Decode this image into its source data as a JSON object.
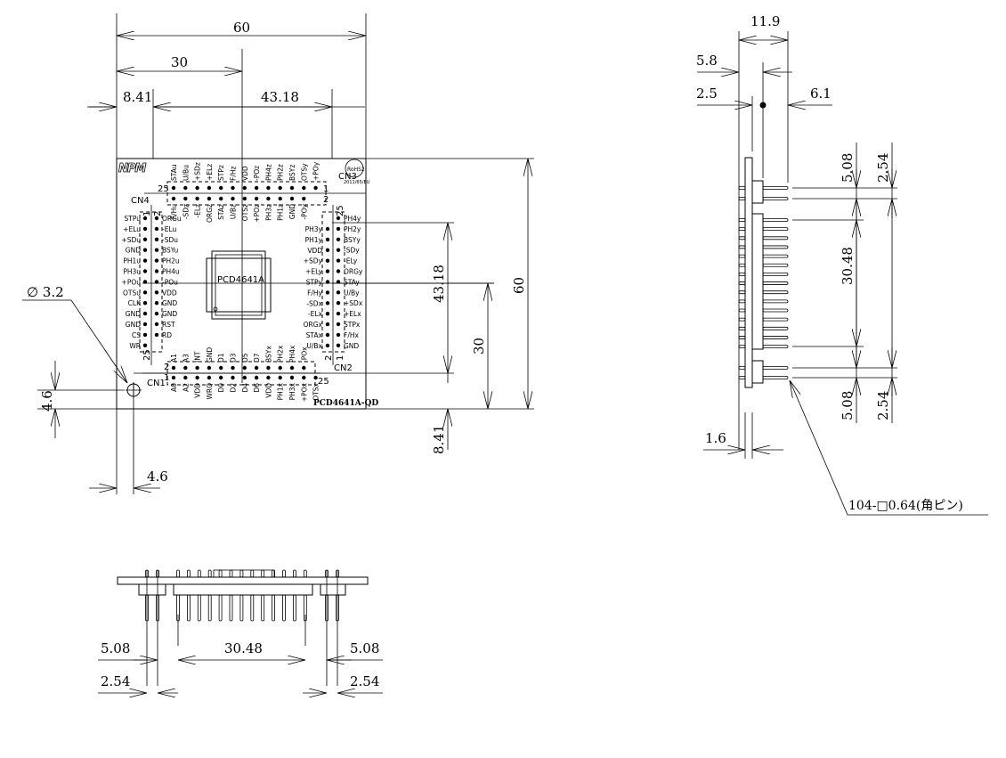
{
  "top_view": {
    "logo": "NPM",
    "rohs": "RoHS2",
    "rohs_directive": "2011/65/EU",
    "chip_label": "PCD4641A",
    "board_label": "PCD4641A-QD",
    "connectors": {
      "cn1": {
        "name": "CN1",
        "row_even": [
          "A1",
          "A3",
          "INT",
          "GND",
          "D1",
          "D3",
          "D5",
          "D7",
          "BSYx",
          "PH2x",
          "PH4x",
          "-POx"
        ],
        "row_odd": [
          "A0",
          "A2",
          "VDD",
          "WRQ",
          "D0",
          "D2",
          "D4",
          "D6",
          "VDD",
          "PH1x",
          "PH3x",
          "+POx",
          "OTSx"
        ],
        "pin_first": "1",
        "pin_second": "2",
        "pin_last": "25"
      },
      "cn2": {
        "name": "CN2",
        "col_even": [
          "PH3y",
          "PH1y",
          "VDD",
          "+SDy",
          "+ELy",
          "STPy",
          "F/Hy",
          "-SDx",
          "-ELx",
          "ORGx",
          "STAx",
          "U/Bx"
        ],
        "col_odd": [
          "PH4y",
          "PH2y",
          "BSYy",
          "-SDy",
          "-ELy",
          "ORGy",
          "STAy",
          "U/By",
          "+SDx",
          "+ELx",
          "STPx",
          "F/Hx",
          "GND"
        ],
        "pin_first": "1",
        "pin_second": "2",
        "pin_last": "25"
      },
      "cn3": {
        "name": "CN3",
        "row_odd": [
          "STAu",
          "U/Bu",
          "+SDz",
          "+ELz",
          "STPz",
          "F/Hz",
          "VDD",
          "-POz",
          "PH4z",
          "PH2z",
          "BSYz",
          "OTSy",
          "+POy"
        ],
        "row_even": [
          "F/Hu",
          "-SDz",
          "-ELz",
          "ORGz",
          "STAz",
          "U/Bz",
          "OTSz",
          "+POz",
          "PH3z",
          "PH1z",
          "GND",
          "-POy"
        ],
        "pin_first": "1",
        "pin_second": "2",
        "pin_last": "25"
      },
      "cn4": {
        "name": "CN4",
        "col_odd": [
          "STPu",
          "+ELu",
          "+SDu",
          "GND",
          "PH1u",
          "PH3u",
          "+POu",
          "OTSu",
          "CLK",
          "GND",
          "GND",
          "CS",
          "WR"
        ],
        "col_even": [
          "ORGu",
          "-ELu",
          "-SDu",
          "BSYu",
          "PH2u",
          "PH4u",
          "-POu",
          "VDD",
          "GND",
          "GND",
          "RST",
          "RD"
        ],
        "pin_first": "1",
        "pin_second": "2",
        "pin_last": "25"
      }
    },
    "dims": {
      "width": "60",
      "half_width": "30",
      "left_offset": "8.41",
      "pitch_span": "43.18",
      "height": "60",
      "half_height": "30",
      "v_pitch_span": "43.18",
      "bottom_offset": "8.41",
      "hole_dia": "∅ 3.2",
      "hole_y": "4.6",
      "hole_x": "4.6"
    }
  },
  "side_view": {
    "dims": {
      "total": "11.9",
      "a": "5.8",
      "b": "2.5",
      "c": "6.1",
      "top_pitch": "5.08",
      "top_pin": "2.54",
      "mid": "30.48",
      "bot_pitch": "5.08",
      "bot_pin": "2.54",
      "thickness": "1.6"
    },
    "callout": "104-□0.64(角ピン)"
  },
  "front_view": {
    "dims": {
      "left_pitch": "5.08",
      "mid": "30.48",
      "right_pitch": "5.08",
      "left_pin": "2.54",
      "right_pin": "2.54"
    }
  }
}
